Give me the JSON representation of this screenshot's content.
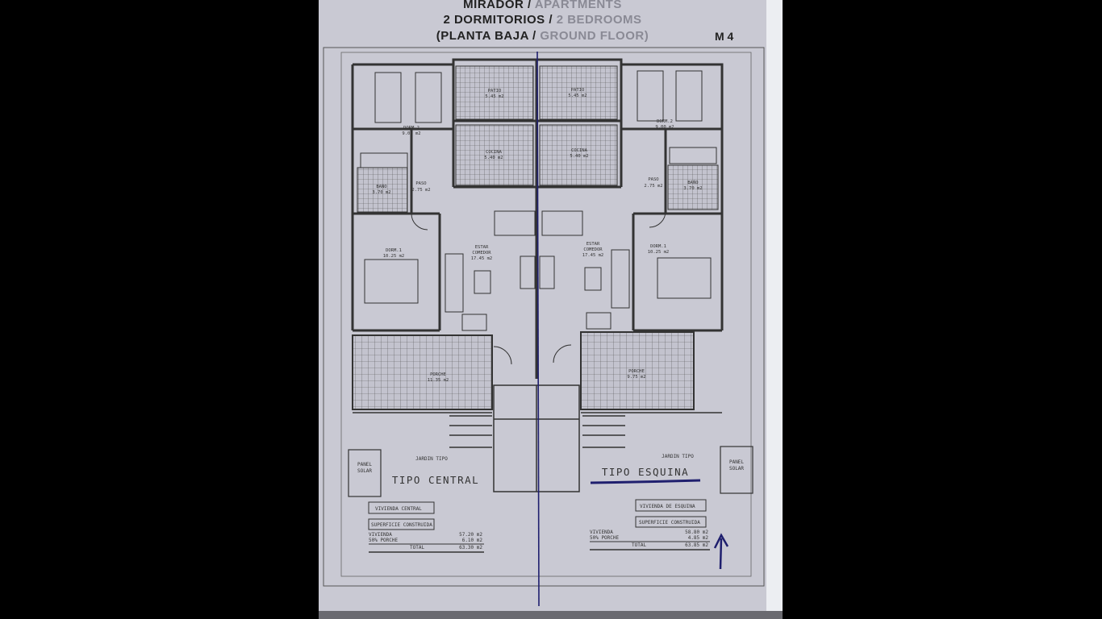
{
  "header": {
    "line1_bold": "MIRADOR",
    "line1_light": "APARTMENTS",
    "line2_bold": "2 DORMITORIOS",
    "line2_light": "2 BEDROOMS",
    "line3_bold": "(PLANTA BAJA",
    "line3_light": "GROUND FLOOR)",
    "sep": " / ",
    "code": "M 4"
  },
  "rooms_left": {
    "patio": "PATIO",
    "patio_area": "5.45 m2",
    "dorm2": "DORM.2",
    "dorm2_area": "9.00 m2",
    "cocina": "COCINA",
    "cocina_area": "5.40 m2",
    "baño": "BAÑO",
    "baño_area": "3.70 m2",
    "paso": "PASO",
    "paso_area": "2.75 m2",
    "dorm1": "DORM.1",
    "dorm1_area": "10.25 m2",
    "estar": "ESTAR",
    "comedor": "COMEDOR",
    "estar_area": "17.45 m2",
    "porche": "PORCHE",
    "porche_area": "11.35 m2"
  },
  "rooms_right": {
    "patio": "PATIO",
    "patio_area": "5.45 m2",
    "dorm2": "DORM.2",
    "dorm2_area": "9.00 m2",
    "cocina": "COCINA",
    "cocina_area": "5.40 m2",
    "baño": "BAÑO",
    "baño_area": "3.70 m2",
    "paso": "PASO",
    "paso_area": "2.75 m2",
    "dorm1": "DORM.1",
    "dorm1_area": "10.25 m2",
    "estar": "ESTAR",
    "comedor": "COMEDOR",
    "estar_area": "17.45 m2",
    "porche": "PORCHE",
    "porche_area": "9.75 m2"
  },
  "garden": {
    "jardin_left": "JARDIN TIPO",
    "jardin_right": "JARDIN TIPO",
    "panel_top": "PANEL",
    "panel_bottom": "SOLAR"
  },
  "types": {
    "left": "TIPO CENTRAL",
    "right": "TIPO ESQUINA"
  },
  "table_left": {
    "title": "VIVIENDA CENTRAL",
    "subtitle": "SUPERFICIE CONSTRUIDA",
    "rows": [
      {
        "label": "VIVIENDA",
        "value": "57.20 m2"
      },
      {
        "label": "50% PORCHE",
        "value": "6.10 m2"
      }
    ],
    "total_label": "TOTAL",
    "total_value": "63.30 m2"
  },
  "table_right": {
    "title": "VIVIENDA DE ESQUINA",
    "subtitle": "SUPERFICIE CONSTRUIDA",
    "rows": [
      {
        "label": "VIVIENDA",
        "value": "58.80 m2"
      },
      {
        "label": "50% PORCHE",
        "value": "4.85 m2"
      }
    ],
    "total_label": "TOTAL",
    "total_value": "63.85 m2"
  },
  "colors": {
    "background": "#000000",
    "paper": "#c9c9d3",
    "ink": "#333333",
    "pen": "#1f1f6e"
  }
}
